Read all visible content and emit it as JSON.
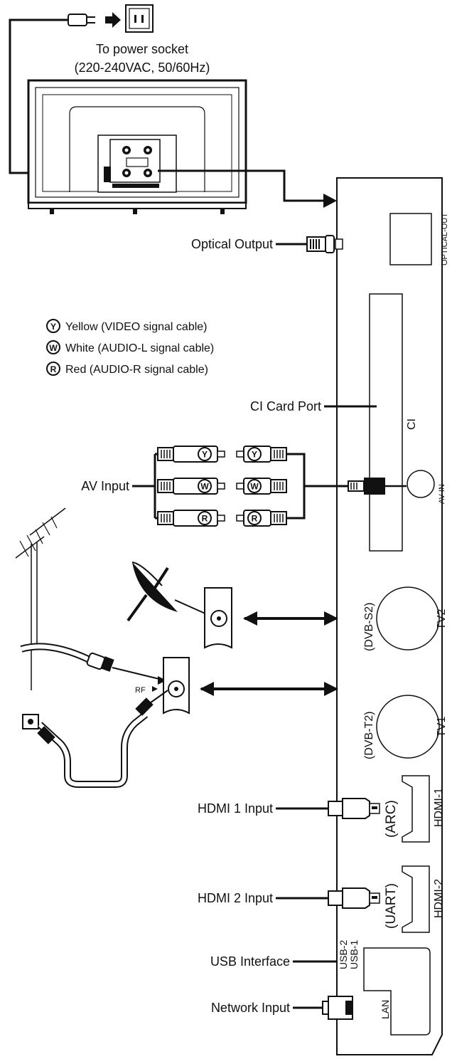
{
  "power": {
    "line1": "To power socket",
    "line2": "(220-240VAC, 50/60Hz)"
  },
  "legend": [
    {
      "letter": "Y",
      "text": "Yellow (VIDEO signal cable)"
    },
    {
      "letter": "W",
      "text": "White (AUDIO-L signal cable)"
    },
    {
      "letter": "R",
      "text": "Red (AUDIO-R signal cable)"
    }
  ],
  "connections": {
    "optical": "Optical Output",
    "ci": "CI Card Port",
    "av": "AV Input",
    "rf": "RF",
    "hdmi1": "HDMI 1 Input",
    "hdmi2": "HDMI 2 Input",
    "usb": "USB Interface",
    "network": "Network Input"
  },
  "ports": {
    "optical_out": "OPTICAL-OUT",
    "ci": "CI",
    "av_in": "AV-IN",
    "dvb_s2": "(DVB-S2)",
    "tv2": "TV2",
    "dvb_t2": "(DVB-T2)",
    "tv1": "TV1",
    "arc": "(ARC)",
    "hdmi1": "HDMI-1",
    "uart": "(UART)",
    "hdmi2": "HDMI-2",
    "usb2": "USB-2",
    "usb1": "USB-1",
    "lan": "LAN"
  },
  "rca_letters": [
    "Y",
    "W",
    "R"
  ]
}
